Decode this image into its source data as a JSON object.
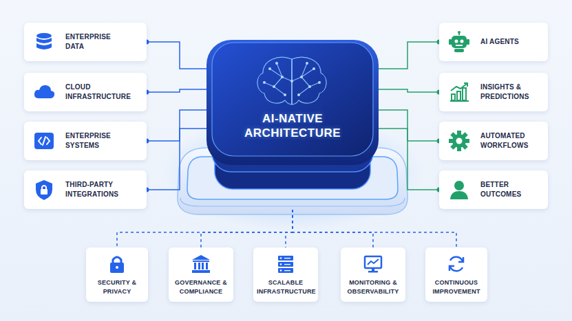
{
  "diagram": {
    "nodes": [
      {
        "text": [
          "ENTERPRISE DATA"
        ]
      },
      {
        "text": [
          "CLOUD INFRASTRUCTURE"
        ]
      },
      {
        "text": [
          "ENTERPRISE SYSTEMS"
        ]
      },
      {
        "text": [
          "THIRD-PARTY INTEGRATIONS"
        ]
      },
      {
        "text": [
          "AI-NATIVE ARCHITECTURE"
        ]
      },
      {
        "text": [
          "AI AGENTS"
        ]
      },
      {
        "text": [
          "INSIGHTS & PREDICTIONS"
        ]
      },
      {
        "text": [
          "AUTOMATED WORKFLOWS"
        ]
      },
      {
        "text": [
          "BETTER OUTCOMES"
        ]
      },
      {
        "text": [
          "SECURITY & PRIVACY"
        ]
      },
      {
        "text": [
          "GOVERNANCE & COMPLIANCE"
        ]
      },
      {
        "text": [
          "SCALABLE INFRASTRUCTURE"
        ]
      },
      {
        "text": [
          "MONITORING & OBSERVABILITY"
        ]
      },
      {
        "text": [
          "CONTINUOUS IMPROVEMENT"
        ]
      }
    ],
    "edges": [
      {
        "from": 0,
        "to": 4,
        "arrow": "none"
      },
      {
        "from": 1,
        "to": 4,
        "arrow": "none"
      },
      {
        "from": 2,
        "to": 4,
        "arrow": "none"
      },
      {
        "from": 3,
        "to": 4,
        "arrow": "none"
      },
      {
        "from": 4,
        "to": 5,
        "arrow": "none"
      },
      {
        "from": 4,
        "to": 6,
        "arrow": "none"
      },
      {
        "from": 4,
        "to": 7,
        "arrow": "none"
      },
      {
        "from": 4,
        "to": 8,
        "arrow": "none"
      },
      {
        "from": 4,
        "to": 9,
        "arrow": "none"
      },
      {
        "from": 4,
        "to": 10,
        "arrow": "none"
      },
      {
        "from": 4,
        "to": 11,
        "arrow": "none"
      },
      {
        "from": 4,
        "to": 12,
        "arrow": "none"
      },
      {
        "from": 4,
        "to": 13,
        "arrow": "none"
      }
    ]
  }
}
